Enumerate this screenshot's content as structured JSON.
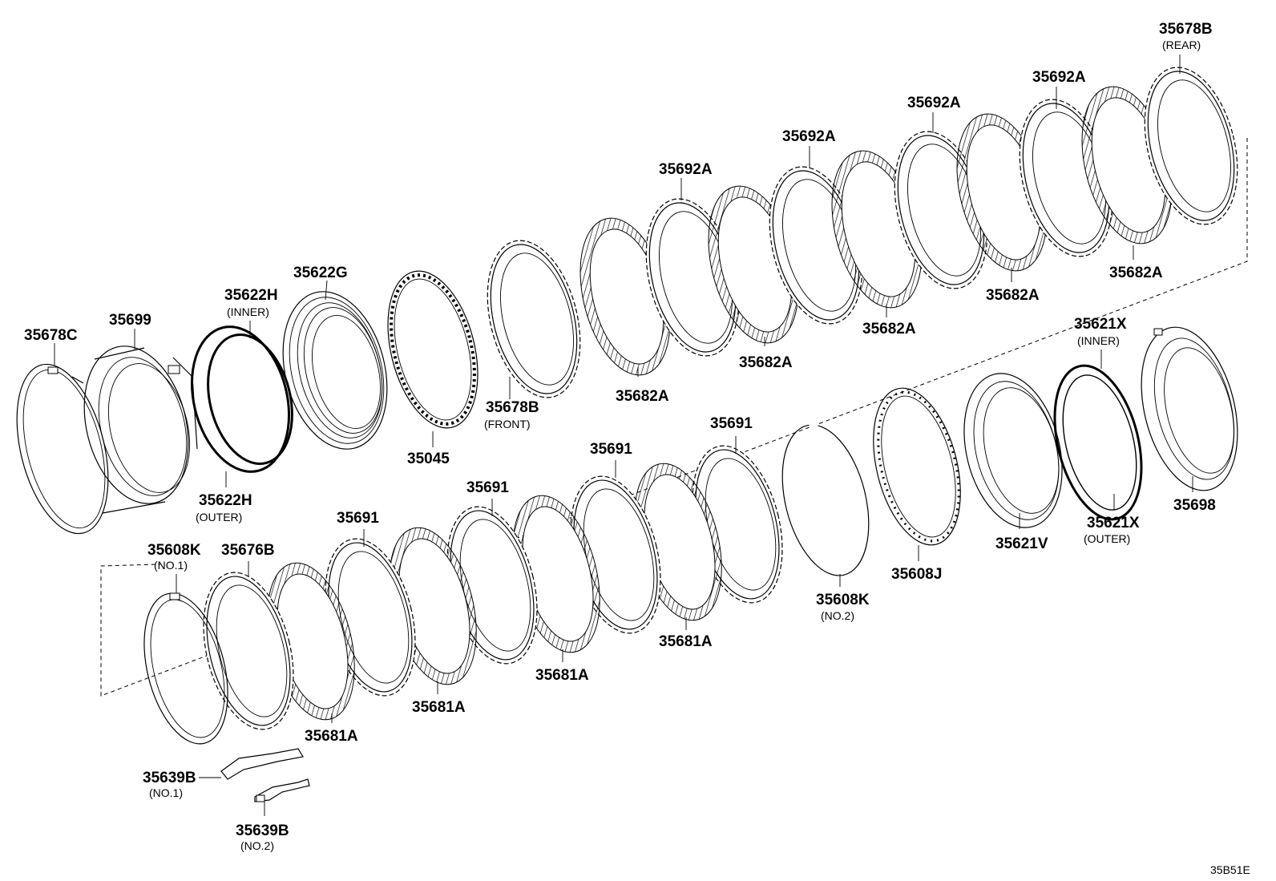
{
  "diagram_code": "35B51E",
  "labels": {
    "l_35678C": "35678C",
    "l_35699": "35699",
    "l_35622H_inner": "35622H",
    "l_35622H_inner_note": "(INNER)",
    "l_35622G": "35622G",
    "l_35622H_outer": "35622H",
    "l_35622H_outer_note": "(OUTER)",
    "l_35045": "35045",
    "l_35678B_front": "35678B",
    "l_35678B_front_note": "(FRONT)",
    "l_35682A_1": "35682A",
    "l_35692A_1": "35692A",
    "l_35682A_2": "35682A",
    "l_35692A_2": "35692A",
    "l_35682A_3": "35682A",
    "l_35692A_3": "35692A",
    "l_35682A_4": "35682A",
    "l_35692A_4": "35692A",
    "l_35682A_5": "35682A",
    "l_35678B_rear": "35678B",
    "l_35678B_rear_note": "(REAR)",
    "l_35621X_inner": "35621X",
    "l_35621X_inner_note": "(INNER)",
    "l_35621X_outer": "35621X",
    "l_35621X_outer_note": "(OUTER)",
    "l_35698": "35698",
    "l_35621V": "35621V",
    "l_35608J": "35608J",
    "l_35608K_no2": "35608K",
    "l_35608K_no2_note": "(NO.2)",
    "l_35691_1": "35691",
    "l_35691_2": "35691",
    "l_35691_3": "35691",
    "l_35691_4": "35691",
    "l_35681A_1": "35681A",
    "l_35681A_2": "35681A",
    "l_35681A_3": "35681A",
    "l_35681A_4": "35681A",
    "l_35676B": "35676B",
    "l_35608K_no1": "35608K",
    "l_35608K_no1_note": "(NO.1)",
    "l_35639B_no1": "35639B",
    "l_35639B_no1_note": "(NO.1)",
    "l_35639B_no2": "35639B",
    "l_35639B_no2_note": "(NO.2)"
  }
}
